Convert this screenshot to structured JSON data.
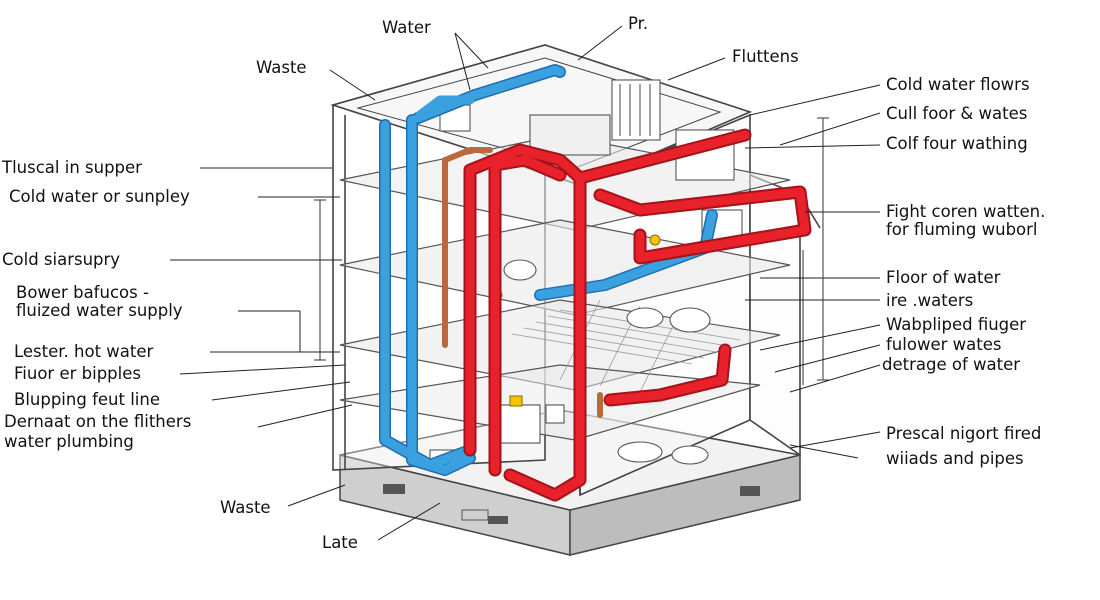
{
  "diagram": {
    "colors": {
      "hot_pipe": "#e8212a",
      "cold_pipe": "#3aa0e0",
      "copper_pipe": "#b86a3a",
      "outline": "#444444",
      "base": "#b9b9b9",
      "fixture_yellow": "#f2c500"
    },
    "labels": {
      "top_water": "Water",
      "top_pr": "Pr.",
      "top_fluttens": "Fluttens",
      "left_waste_top": "Waste",
      "left_tluscal": "Tluscal in supper",
      "left_cold_water_or_sunpley": "Cold water or sunpley",
      "left_cold_siarsupry": "Cold siarsupry",
      "left_bower_line1": "Bower bafucos -",
      "left_bower_line2": "fluized water supply",
      "left_lester": "Lester. hot water",
      "left_fiuor": "Fiuor er bipples",
      "left_blupping": "Blupping feut line",
      "left_dernaat_line1": "Dernaat on the flithers",
      "left_dernaat_line2": "water plumbing",
      "bottom_waste": "Waste",
      "bottom_late": "Late",
      "right_cold_water_flowrs": "Cold  water flowrs",
      "right_cull_foor": "Cull foor & wates",
      "right_colf_four": "Colf four wathing",
      "right_fight_line1": "Fight coren watten.",
      "right_fight_line2": "for fluming wuborl",
      "right_floor_of_water": "Floor of  water",
      "right_ire_waters": "ire .waters",
      "right_wabpliped": "Wabpliped fiuger",
      "right_fulower": "fulower wates",
      "right_detrage": "detrage of water",
      "right_prescal_line1": "Prescal nigort fired",
      "right_prescal_line2": "wiiads and pipes"
    }
  }
}
